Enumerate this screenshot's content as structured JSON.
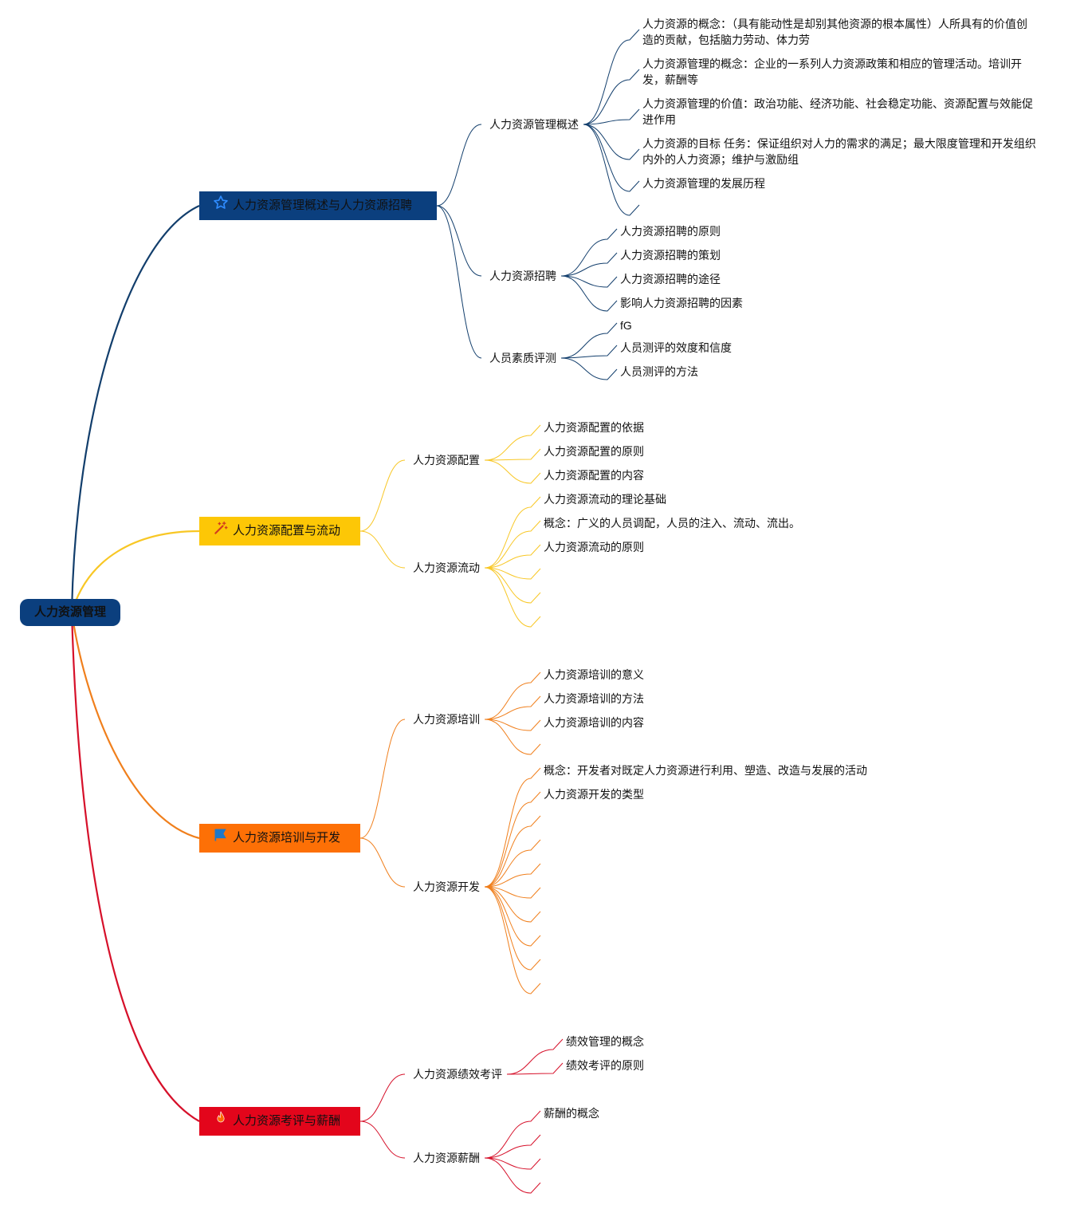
{
  "root": {
    "label": "人力资源管理"
  },
  "branches": [
    {
      "label": "人力资源管理概述与人力资源招聘",
      "icon": "star-icon",
      "color": "#0b3f7e",
      "line_color": "#123e6c",
      "topics": [
        {
          "label": "人力资源管理概述",
          "items": [
            "人力资源的概念：（具有能动性是却别其他资源的根本属性）人所具有的价值创造的贡献，包括脑力劳动、体力劳",
            "人力资源管理的概念：企业的一系列人力资源政策和相应的管理活动。培训开发，薪酬等",
            "人力资源管理的价值：政治功能、经济功能、社会稳定功能、资源配置与效能促进作用",
            "人力资源的目标 任务：保证组织对人力的需求的满足；最大限度管理和开发组织内外的人力资源；维护与激励组",
            "人力资源管理的发展历程",
            ""
          ]
        },
        {
          "label": "人力资源招聘",
          "items": [
            "人力资源招聘的原则",
            "人力资源招聘的策划",
            "人力资源招聘的途径",
            "影响人力资源招聘的因素"
          ]
        },
        {
          "label": "人员素质评测",
          "items": [
            "fG",
            "人员测评的效度和信度",
            "人员测评的方法"
          ]
        }
      ]
    },
    {
      "label": "人力资源配置与流动",
      "icon": "magic-wand-icon",
      "color": "#fdc706",
      "line_color": "#f8c725",
      "topics": [
        {
          "label": "人力资源配置",
          "items": [
            "人力资源配置的依据",
            "人力资源配置的原则",
            "人力资源配置的内容"
          ]
        },
        {
          "label": "人力资源流动",
          "items": [
            "人力资源流动的理论基础",
            "概念：广义的人员调配，人员的注入、流动、流出。",
            "人力资源流动的原则",
            "",
            "",
            ""
          ]
        }
      ]
    },
    {
      "label": "人力资源培训与开发",
      "icon": "flag-icon",
      "color": "#fd7006",
      "line_color": "#f07f1c",
      "topics": [
        {
          "label": "人力资源培训",
          "items": [
            "人力资源培训的意义",
            "人力资源培训的方法",
            "人力资源培训的内容",
            ""
          ]
        },
        {
          "label": "人力资源开发",
          "items": [
            "概念：开发者对既定人力资源进行利用、塑造、改造与发展的活动",
            "人力资源开发的类型",
            "",
            "",
            "",
            "",
            "",
            "",
            "",
            ""
          ]
        }
      ]
    },
    {
      "label": "人力资源考评与薪酬",
      "icon": "fire-icon",
      "color": "#e3051b",
      "line_color": "#d6102a",
      "topics": [
        {
          "label": "人力资源绩效考评",
          "items": [
            "绩效管理的概念",
            "绩效考评的原则"
          ]
        },
        {
          "label": "人力资源薪酬",
          "items": [
            "薪酬的概念",
            "",
            "",
            ""
          ]
        }
      ]
    }
  ]
}
